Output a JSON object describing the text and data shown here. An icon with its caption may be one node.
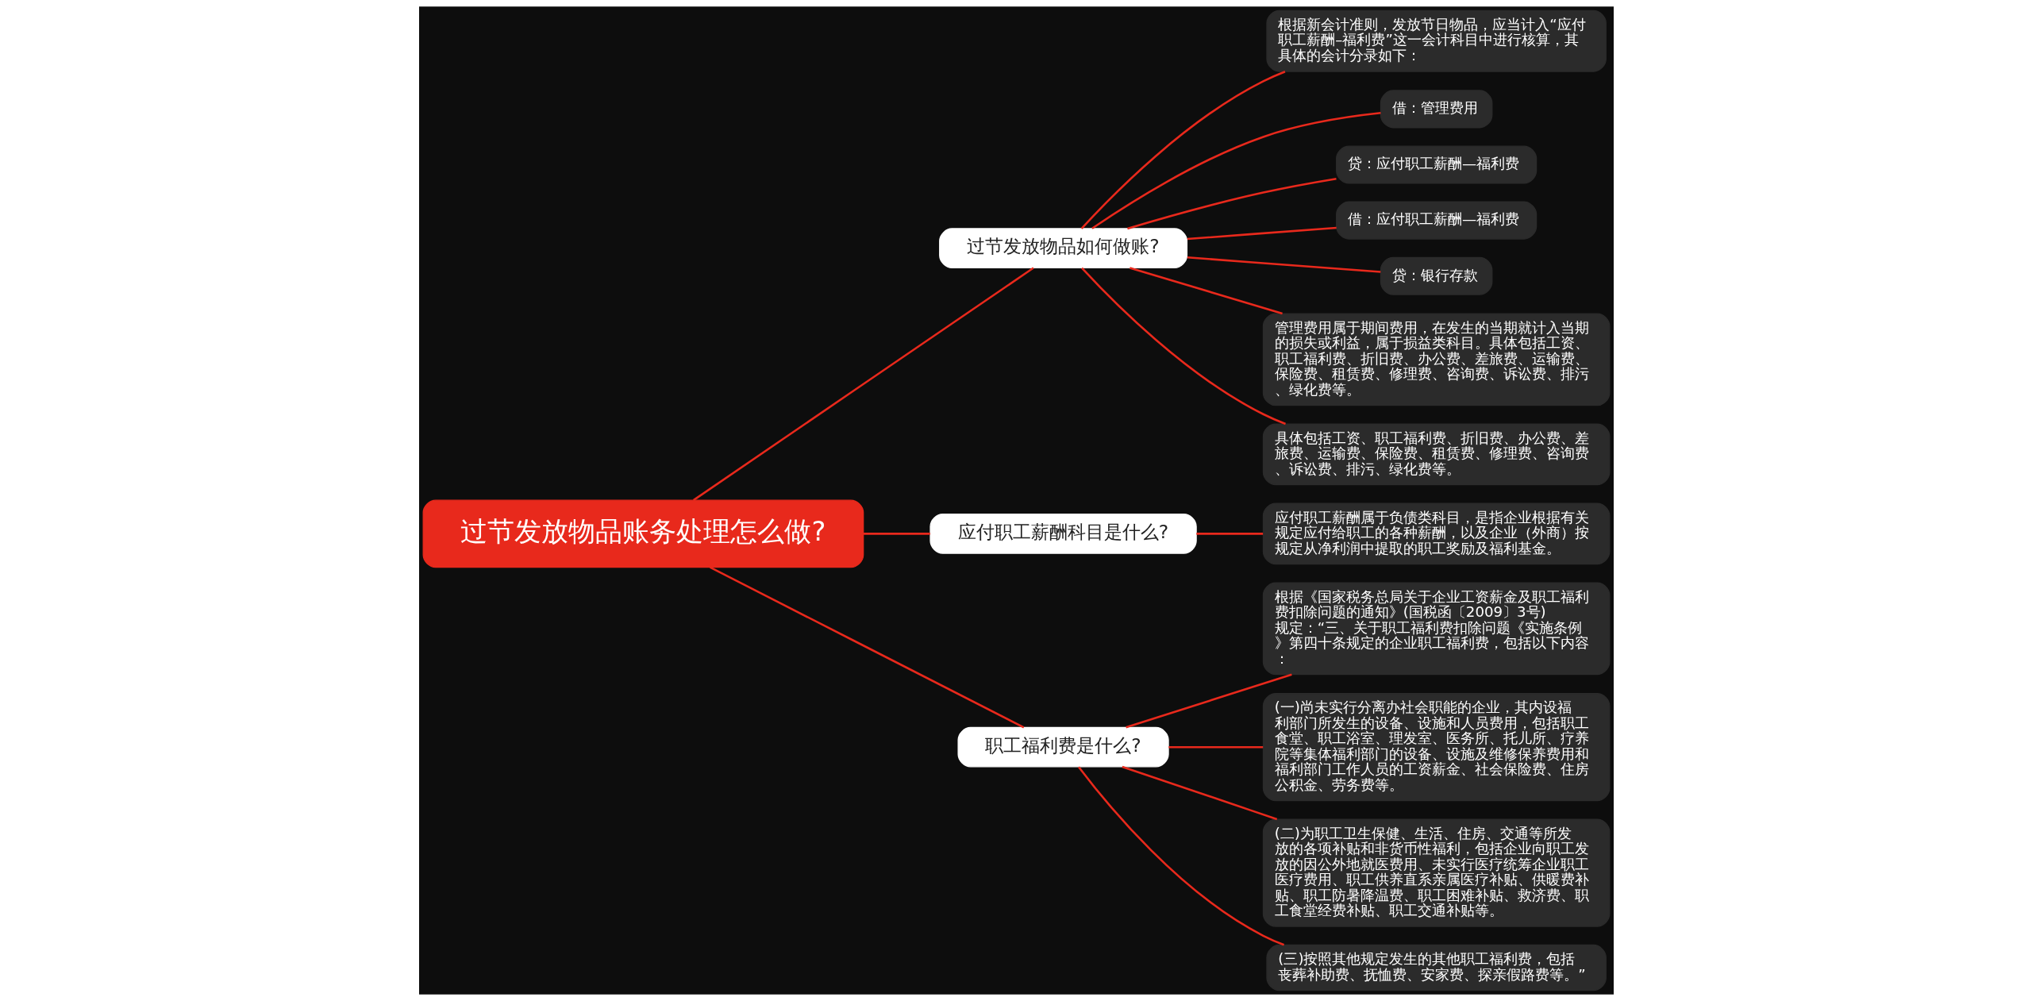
{
  "diagram": {
    "nodes": [
      {
        "text": [
          "过节发放物品账务处理怎么做?"
        ]
      },
      {
        "text": [
          "过节发放物品如何做账?"
        ]
      },
      {
        "text": [
          "根据新会计准则，发放节日物品，应当计入“应付职工薪酬–福利费”这一会计科目中进行核算，其具体的会计分录如下："
        ]
      },
      {
        "text": [
          "借：管理费用"
        ]
      },
      {
        "text": [
          "贷：应付职工薪酬—福利费"
        ]
      },
      {
        "text": [
          "借：应付职工薪酬—福利费"
        ]
      },
      {
        "text": [
          "贷：银行存款"
        ]
      },
      {
        "text": [
          "管理费用属于期间费用，在发生的当期就计入当期的损失或利益，属于损益类科目。具体包括工资、职工福利费、折旧费、办公费、差旅费、运输费、保险费、租赁费、修理费、咨询费、诉讼费、排污、绿化费等。"
        ]
      },
      {
        "text": [
          "具体包括工资、职工福利费、折旧费、办公费、差旅费、运输费、保险费、租赁费、修理费、咨询费、诉讼费、排污、绿化费等。"
        ]
      },
      {
        "text": [
          "应付职工薪酬科目是什么?"
        ]
      },
      {
        "text": [
          "应付职工薪酬属于负债类科目，是指企业根据有关规定应付给职工的各种薪酬，以及企业（外商）按规定从净利润中提取的职工奖励及福利基金。"
        ]
      },
      {
        "text": [
          "职工福利费是什么?"
        ]
      },
      {
        "text": [
          "根据《国家税务总局关于企业工资薪金及职工福利费扣除问题的通知》(国税函〔2009〕3号)规定：“三、关于职工福利费扣除问题《实施条例》第四十条规定的企业职工福利费，包括以下内容："
        ]
      },
      {
        "text": [
          "(一)尚未实行分离办社会职能的企业，其内设福利部门所发生的设备、设施和人员费用，包括职工食堂、职工浴室、理发室、医务所、托儿所、疗养院等集体福利部门的设备、设施及维修保养费用和福利部门工作人员的工资薪金、社会保险费、住房公积金、劳务费等。"
        ]
      },
      {
        "text": [
          "(二)为职工卫生保健、生活、住房、交通等所发放的各项补贴和非货币性福利，包括企业向职工发放的因公外地就医费用、未实行医疗统筹企业职工医疗费用、职工供养直系亲属医疗补贴、供暖费补贴、职工防暑降温费、职工困难补贴、救济费、职工食堂经费补贴、职工交通补贴等。"
        ]
      },
      {
        "text": [
          "(三)按照其他规定发生的其他职工福利费，包括丧葬补助费、抚恤费、安家费、探亲假路费等。”"
        ]
      }
    ],
    "edges": [
      {
        "from": 0,
        "to": 1,
        "arrow": "none"
      },
      {
        "from": 1,
        "to": 2,
        "arrow": "none"
      },
      {
        "from": 1,
        "to": 3,
        "arrow": "none"
      },
      {
        "from": 1,
        "to": 4,
        "arrow": "none"
      },
      {
        "from": 1,
        "to": 5,
        "arrow": "none"
      },
      {
        "from": 1,
        "to": 6,
        "arrow": "none"
      },
      {
        "from": 1,
        "to": 7,
        "arrow": "none"
      },
      {
        "from": 1,
        "to": 8,
        "arrow": "none"
      },
      {
        "from": 0,
        "to": 9,
        "arrow": "none"
      },
      {
        "from": 9,
        "to": 10,
        "arrow": "none"
      },
      {
        "from": 0,
        "to": 11,
        "arrow": "none"
      },
      {
        "from": 11,
        "to": 12,
        "arrow": "none"
      },
      {
        "from": 11,
        "to": 13,
        "arrow": "none"
      },
      {
        "from": 11,
        "to": 14,
        "arrow": "none"
      },
      {
        "from": 11,
        "to": 15,
        "arrow": "none"
      }
    ]
  }
}
